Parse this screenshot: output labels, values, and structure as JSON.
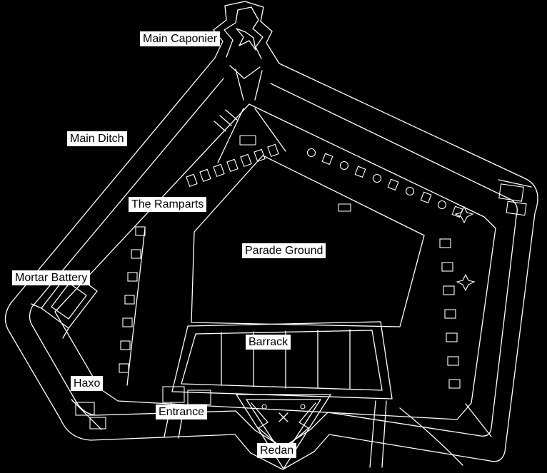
{
  "figure": {
    "kind": "fort-plan-map",
    "background_color": "#000000",
    "line_color": "#ffffff",
    "label_background": "#ffffff",
    "label_text_color": "#000000"
  },
  "labels": [
    {
      "id": "main-caponier",
      "text": "Main Caponier"
    },
    {
      "id": "main-ditch",
      "text": "Main Ditch"
    },
    {
      "id": "the-ramparts",
      "text": "The Ramparts"
    },
    {
      "id": "parade-ground",
      "text": "Parade Ground"
    },
    {
      "id": "mortar-battery",
      "text": "Mortar Battery"
    },
    {
      "id": "haxo",
      "text": "Haxo"
    },
    {
      "id": "barrack",
      "text": "Barrack"
    },
    {
      "id": "entrance",
      "text": "Entrance"
    },
    {
      "id": "redan",
      "text": "Redan"
    }
  ]
}
